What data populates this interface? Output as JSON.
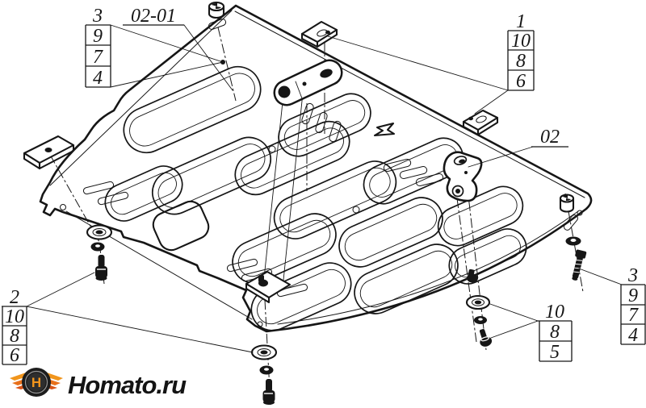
{
  "colors": {
    "line": "#161616",
    "background": "#ffffff",
    "logo_wing_top": "#f1951c",
    "logo_wing_mid": "#e8701a",
    "logo_wing_bottom": "#d85315",
    "logo_tire": "#1d1d1d",
    "logo_text": "#141414"
  },
  "labels": {
    "subassembly_plate": "02-01",
    "subassembly_bracket": "02"
  },
  "callouts": {
    "top_left": {
      "lead": "3",
      "items": [
        "9",
        "7",
        "4"
      ]
    },
    "top_right": {
      "lead": "1",
      "items": [
        "10",
        "8",
        "6"
      ]
    },
    "bottom_left": {
      "lead": "2",
      "items": [
        "10",
        "8",
        "6"
      ]
    },
    "bottom_right_inner": {
      "lead": "10",
      "items": [
        "8",
        "5"
      ]
    },
    "bottom_right_outer": {
      "lead": "3",
      "items": [
        "9",
        "7",
        "4"
      ]
    }
  },
  "logo": {
    "text": "Homato.ru",
    "monogram": "H"
  }
}
